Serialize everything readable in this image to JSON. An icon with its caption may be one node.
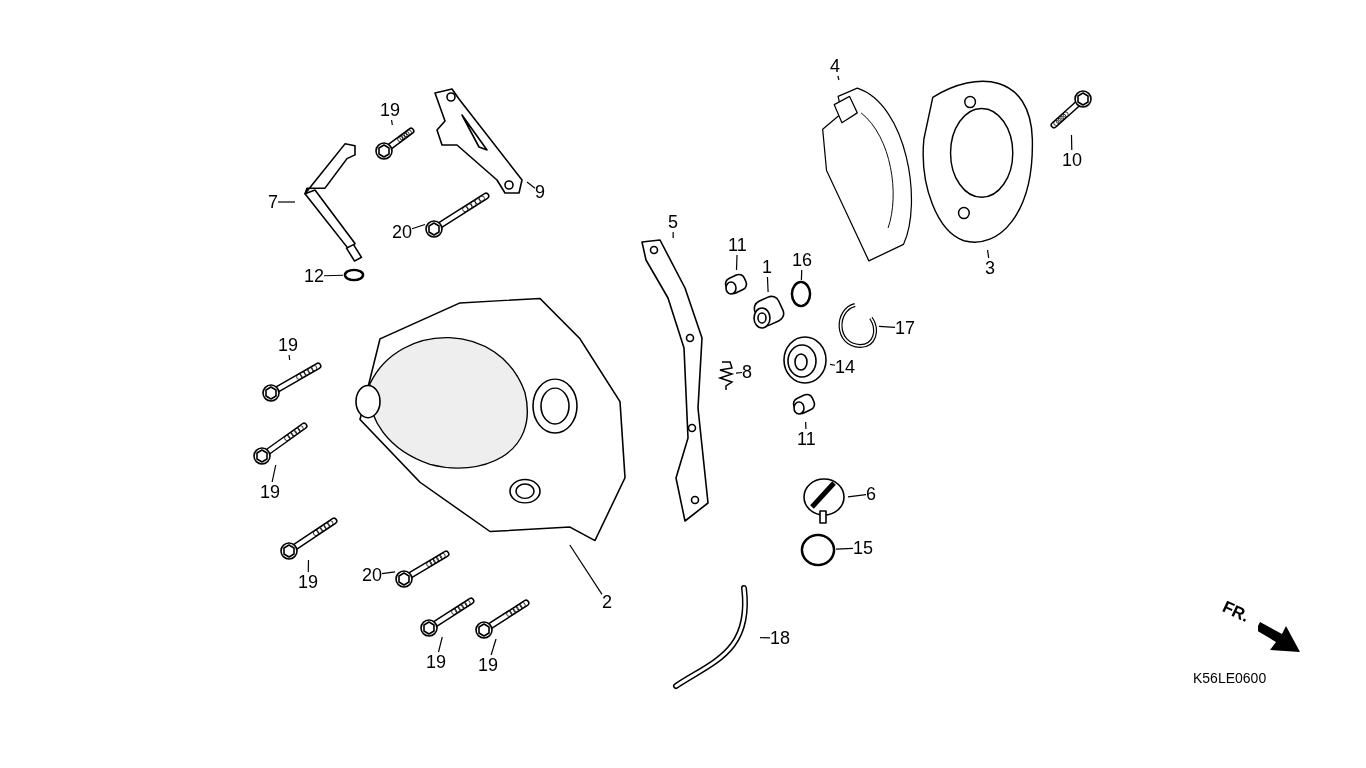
{
  "diagram": {
    "nodes": [
      {
        "text": [
          "19"
        ]
      },
      {
        "text": [],
        "shape": "picture"
      },
      {
        "text": [
          "9"
        ]
      },
      {
        "text": [],
        "shape": "picture"
      },
      {
        "text": [
          "7"
        ]
      },
      {
        "text": [],
        "shape": "picture"
      },
      {
        "text": [
          "20"
        ]
      },
      {
        "text": [],
        "shape": "picture"
      },
      {
        "text": [
          "12"
        ]
      },
      {
        "text": [],
        "shape": "picture"
      },
      {
        "text": [
          "4"
        ]
      },
      {
        "text": [],
        "shape": "picture"
      },
      {
        "text": [
          "3"
        ]
      },
      {
        "text": [],
        "shape": "picture"
      },
      {
        "text": [
          "10"
        ]
      },
      {
        "text": [],
        "shape": "picture"
      },
      {
        "text": [
          "5"
        ]
      },
      {
        "text": [],
        "shape": "picture"
      },
      {
        "text": [
          "11"
        ]
      },
      {
        "text": [],
        "shape": "picture"
      },
      {
        "text": [
          "1"
        ]
      },
      {
        "text": [],
        "shape": "picture"
      },
      {
        "text": [
          "16"
        ]
      },
      {
        "text": [],
        "shape": "picture"
      },
      {
        "text": [
          "17"
        ]
      },
      {
        "text": [],
        "shape": "picture"
      },
      {
        "text": [
          "19"
        ]
      },
      {
        "text": [],
        "shape": "picture"
      },
      {
        "text": [
          "8"
        ]
      },
      {
        "text": [],
        "shape": "picture"
      },
      {
        "text": [
          "14"
        ]
      },
      {
        "text": [],
        "shape": "picture"
      },
      {
        "text": [
          "11"
        ]
      },
      {
        "text": [],
        "shape": "picture"
      },
      {
        "text": [
          "19"
        ]
      },
      {
        "text": [],
        "shape": "picture"
      },
      {
        "text": [
          "6"
        ]
      },
      {
        "text": [],
        "shape": "picture"
      },
      {
        "text": [
          "20"
        ]
      },
      {
        "text": [],
        "shape": "picture"
      },
      {
        "text": [
          "15"
        ]
      },
      {
        "text": [],
        "shape": "picture"
      },
      {
        "text": [
          "19"
        ]
      },
      {
        "text": [],
        "shape": "picture"
      },
      {
        "text": [
          "2"
        ]
      },
      {
        "text": [],
        "shape": "picture"
      },
      {
        "text": [
          "18"
        ]
      },
      {
        "text": [],
        "shape": "picture"
      },
      {
        "text": [
          "19"
        ]
      },
      {
        "text": [],
        "shape": "picture"
      },
      {
        "text": [
          "19"
        ]
      },
      {
        "text": [],
        "shape": "picture"
      }
    ],
    "edges": [
      {
        "from": 0,
        "to": 1,
        "arrow": "none"
      },
      {
        "from": 2,
        "to": 3,
        "arrow": "none"
      },
      {
        "from": 4,
        "to": 5,
        "arrow": "none"
      },
      {
        "from": 6,
        "to": 7,
        "arrow": "none"
      },
      {
        "from": 8,
        "to": 9,
        "arrow": "none"
      },
      {
        "from": 10,
        "to": 11,
        "arrow": "none"
      },
      {
        "from": 12,
        "to": 13,
        "arrow": "none"
      },
      {
        "from": 14,
        "to": 15,
        "arrow": "none"
      },
      {
        "from": 16,
        "to": 17,
        "arrow": "none"
      },
      {
        "from": 18,
        "to": 19,
        "arrow": "none"
      },
      {
        "from": 20,
        "to": 21,
        "arrow": "none"
      },
      {
        "from": 22,
        "to": 23,
        "arrow": "none"
      },
      {
        "from": 24,
        "to": 25,
        "arrow": "none"
      },
      {
        "from": 26,
        "to": 27,
        "arrow": "none"
      },
      {
        "from": 28,
        "to": 29,
        "arrow": "none"
      },
      {
        "from": 30,
        "to": 31,
        "arrow": "none"
      },
      {
        "from": 32,
        "to": 33,
        "arrow": "none"
      },
      {
        "from": 34,
        "to": 35,
        "arrow": "none"
      },
      {
        "from": 36,
        "to": 37,
        "arrow": "none"
      },
      {
        "from": 38,
        "to": 39,
        "arrow": "none"
      },
      {
        "from": 40,
        "to": 41,
        "arrow": "none"
      },
      {
        "from": 42,
        "to": 43,
        "arrow": "none"
      },
      {
        "from": 44,
        "to": 45,
        "arrow": "none"
      },
      {
        "from": 46,
        "to": 47,
        "arrow": "none"
      },
      {
        "from": 48,
        "to": 49,
        "arrow": "none"
      },
      {
        "from": 50,
        "to": 51,
        "arrow": "none"
      }
    ],
    "labels": [
      "FR.",
      "K56LE0600"
    ]
  }
}
